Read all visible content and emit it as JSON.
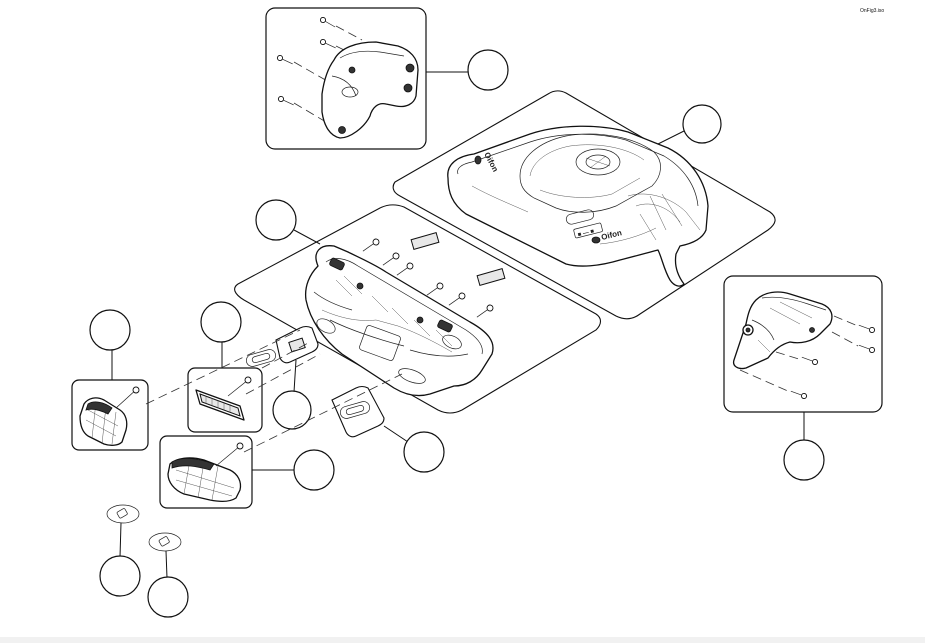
{
  "drawing": {
    "file_id": "OnFig3.iso",
    "brand_top_cover": "Oifon",
    "brand_front_cover": "Oifon",
    "button_symbols": "■ — ■"
  }
}
